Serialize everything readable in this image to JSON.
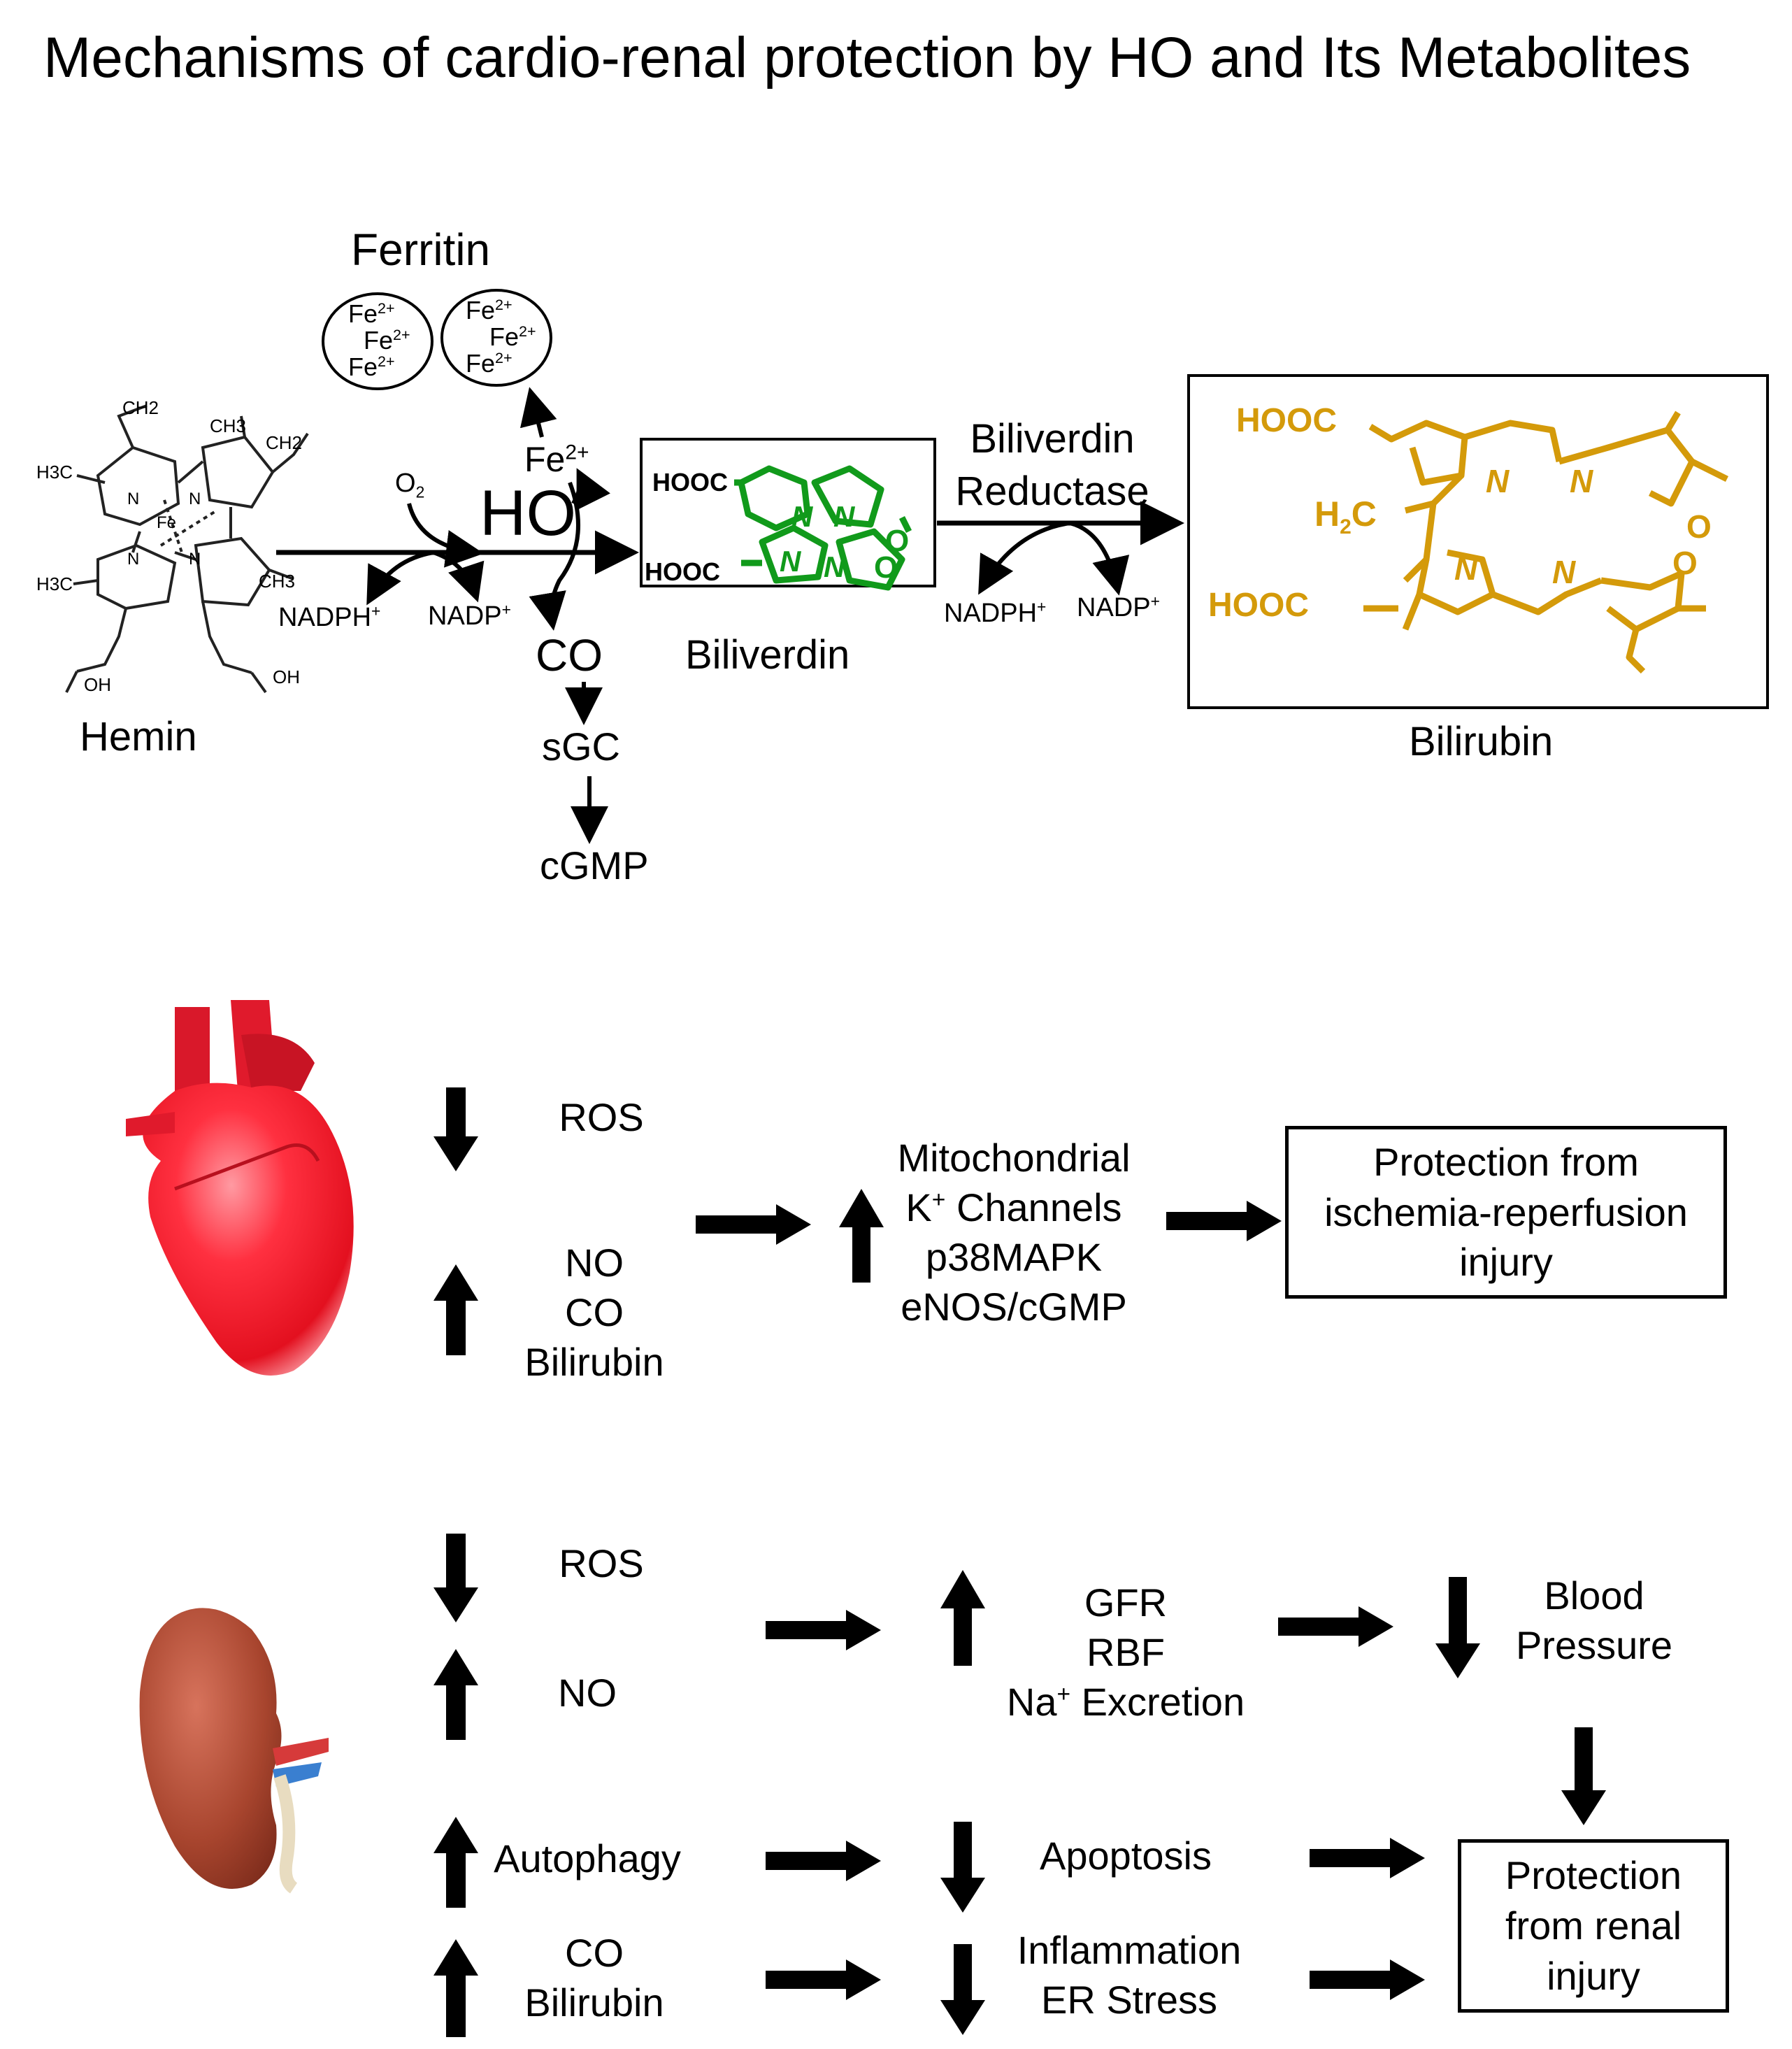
{
  "title": "Mechanisms of cardio-renal protection by HO and Its Metabolites",
  "pathway": {
    "ferritin": "Ferritin",
    "fe_ion": "Fe",
    "fe_charge": "2+",
    "o2": "O",
    "o2_sub": "2",
    "enzyme": "HO",
    "nadph_1": "NADPH",
    "nadp_1": "NADP",
    "plus": "+",
    "co": "CO",
    "sgc": "sGC",
    "cgmp": "cGMP",
    "hemin": "Hemin",
    "biliverdin": "Biliverdin",
    "reductase_line1": "Biliverdin",
    "reductase_line2": "Reductase",
    "nadph_2": "NADPH",
    "nadp_2": "NADP",
    "bilirubin": "Bilirubin"
  },
  "structures": {
    "hemin": {
      "ch2_a": "CH2",
      "ch3_a": "CH3",
      "ch2_b": "CH2",
      "h3c_a": "H3C",
      "fe": "Fe",
      "h3c_b": "H3C",
      "ch3_b": "CH3",
      "oh_a": "OH",
      "oh_b": "OH",
      "n": "N"
    },
    "biliverdin": {
      "hooc_top": "HOOC",
      "hooc_bottom": "HOOC",
      "n": "N",
      "o": "O"
    },
    "bilirubin": {
      "hooc_top": "HOOC",
      "hooc_bottom": "HOOC",
      "h2c": "H",
      "h2c_sub": "2",
      "h2c_c": "C",
      "n": "N",
      "o": "O"
    }
  },
  "heart": {
    "down": [
      "ROS"
    ],
    "up": [
      "NO",
      "CO",
      "Bilirubin"
    ],
    "mediators": [
      "Mitochondrial",
      "K",
      "+",
      " Channels",
      "p38MAPK",
      "eNOS/cGMP"
    ],
    "outcome": [
      "Protection from",
      "ischemia-reperfusion",
      "injury"
    ]
  },
  "kidney": {
    "down_ros": "ROS",
    "up_no": "NO",
    "hemodynamics": [
      "GFR",
      "RBF",
      "Na",
      "+",
      " Excretion"
    ],
    "bp": [
      "Blood",
      "Pressure"
    ],
    "autophagy": "Autophagy",
    "apoptosis": "Apoptosis",
    "up_co_bili": [
      "CO",
      "Bilirubin"
    ],
    "inflammation": [
      "Inflammation",
      "ER Stress"
    ],
    "outcome": [
      "Protection",
      "from renal",
      "injury"
    ]
  },
  "colors": {
    "biliverdin_green": "#119a1b",
    "bilirubin_gold": "#d49a0a",
    "heart_red": "#e8182a",
    "kidney_brown": "#a8452e"
  },
  "icons": [
    "heart-illustration",
    "kidney-illustration",
    "up-arrow-icon",
    "down-arrow-icon",
    "right-arrow-icon"
  ]
}
